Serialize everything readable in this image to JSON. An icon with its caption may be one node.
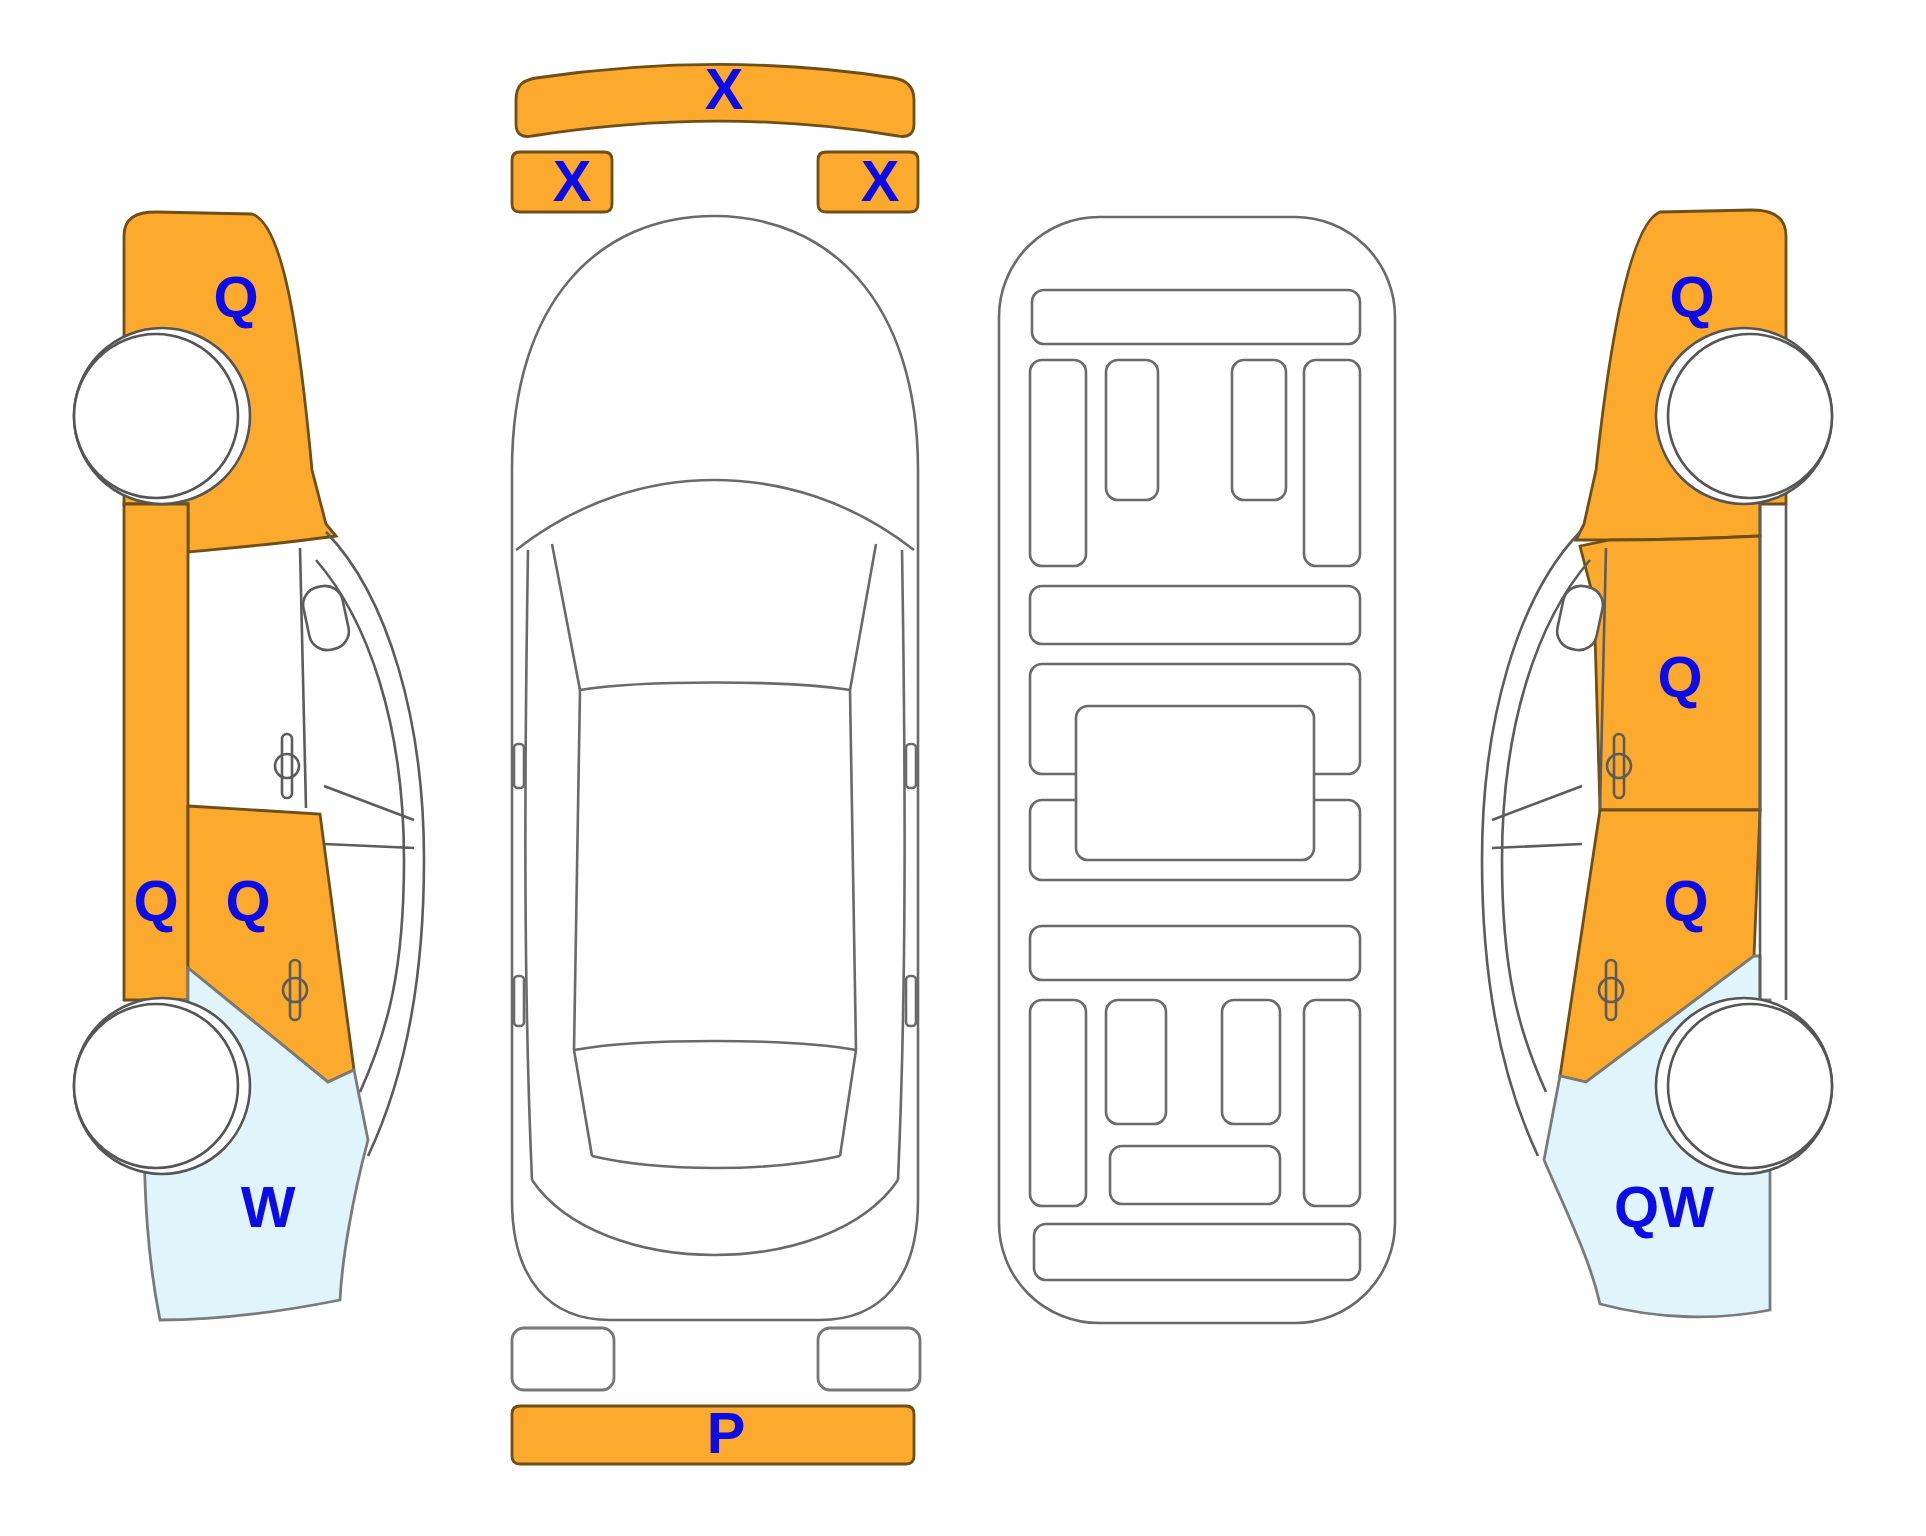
{
  "diagram": {
    "nodes": [
      {
        "text": [
          "X"
        ]
      },
      {
        "text": [
          "X"
        ]
      },
      {
        "text": [
          "X"
        ]
      },
      {
        "text": [
          "Q"
        ]
      },
      {
        "text": [
          "Q"
        ]
      },
      {
        "text": [
          "Q"
        ]
      },
      {
        "text": [
          "Q"
        ]
      },
      {
        "text": [
          "Q"
        ]
      },
      {
        "text": [
          "Q"
        ]
      },
      {
        "text": [
          "W"
        ]
      },
      {
        "text": [
          "QW"
        ]
      },
      {
        "text": [],
        "shape": "box"
      },
      {
        "text": [],
        "shape": "box"
      },
      {
        "text": [
          "P"
        ]
      }
    ]
  }
}
